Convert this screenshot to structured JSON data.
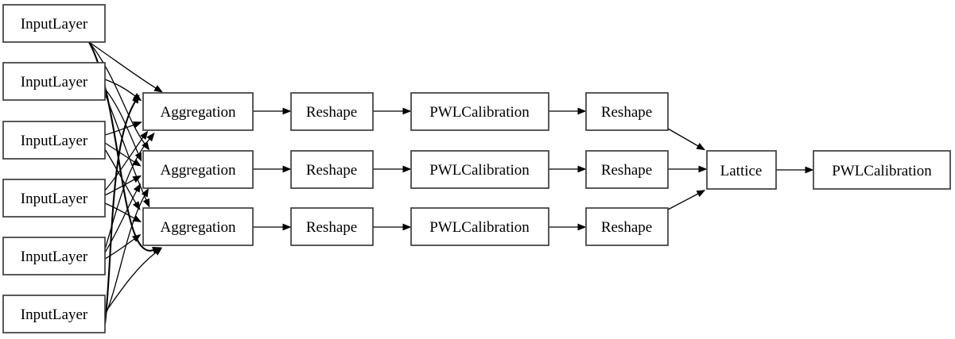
{
  "diagram": {
    "kind": "keras-model-plot",
    "colors": {
      "background": "#ffffff",
      "node_fill": "#ffffff",
      "node_border": "#3d3d3d",
      "edge": "#000000",
      "text": "#000000"
    },
    "nodes": [
      {
        "id": "input-1",
        "label": "InputLayer"
      },
      {
        "id": "input-2",
        "label": "InputLayer"
      },
      {
        "id": "input-3",
        "label": "InputLayer"
      },
      {
        "id": "input-4",
        "label": "InputLayer"
      },
      {
        "id": "input-5",
        "label": "InputLayer"
      },
      {
        "id": "input-6",
        "label": "InputLayer"
      },
      {
        "id": "aggregation-1",
        "label": "Aggregation"
      },
      {
        "id": "aggregation-2",
        "label": "Aggregation"
      },
      {
        "id": "aggregation-3",
        "label": "Aggregation"
      },
      {
        "id": "reshape-in-1",
        "label": "Reshape"
      },
      {
        "id": "reshape-in-2",
        "label": "Reshape"
      },
      {
        "id": "reshape-in-3",
        "label": "Reshape"
      },
      {
        "id": "pwl-calibration-1",
        "label": "PWLCalibration"
      },
      {
        "id": "pwl-calibration-2",
        "label": "PWLCalibration"
      },
      {
        "id": "pwl-calibration-3",
        "label": "PWLCalibration"
      },
      {
        "id": "reshape-out-1",
        "label": "Reshape"
      },
      {
        "id": "reshape-out-2",
        "label": "Reshape"
      },
      {
        "id": "reshape-out-3",
        "label": "Reshape"
      },
      {
        "id": "lattice",
        "label": "Lattice"
      },
      {
        "id": "pwl-calibration-output",
        "label": "PWLCalibration"
      }
    ],
    "edges": [
      {
        "from": "input-1",
        "to": "aggregation-1"
      },
      {
        "from": "input-1",
        "to": "aggregation-2"
      },
      {
        "from": "input-1",
        "to": "aggregation-3"
      },
      {
        "from": "input-2",
        "to": "aggregation-1"
      },
      {
        "from": "input-2",
        "to": "aggregation-2"
      },
      {
        "from": "input-2",
        "to": "aggregation-3"
      },
      {
        "from": "input-3",
        "to": "aggregation-1"
      },
      {
        "from": "input-3",
        "to": "aggregation-2"
      },
      {
        "from": "input-3",
        "to": "aggregation-3"
      },
      {
        "from": "input-4",
        "to": "aggregation-1"
      },
      {
        "from": "input-4",
        "to": "aggregation-2"
      },
      {
        "from": "input-4",
        "to": "aggregation-3"
      },
      {
        "from": "input-5",
        "to": "aggregation-1"
      },
      {
        "from": "input-5",
        "to": "aggregation-2"
      },
      {
        "from": "input-5",
        "to": "aggregation-3"
      },
      {
        "from": "input-6",
        "to": "aggregation-1"
      },
      {
        "from": "input-6",
        "to": "aggregation-2"
      },
      {
        "from": "input-6",
        "to": "aggregation-3"
      },
      {
        "from": "aggregation-1",
        "to": "reshape-in-1"
      },
      {
        "from": "aggregation-2",
        "to": "reshape-in-2"
      },
      {
        "from": "aggregation-3",
        "to": "reshape-in-3"
      },
      {
        "from": "reshape-in-1",
        "to": "pwl-calibration-1"
      },
      {
        "from": "reshape-in-2",
        "to": "pwl-calibration-2"
      },
      {
        "from": "reshape-in-3",
        "to": "pwl-calibration-3"
      },
      {
        "from": "pwl-calibration-1",
        "to": "reshape-out-1"
      },
      {
        "from": "pwl-calibration-2",
        "to": "reshape-out-2"
      },
      {
        "from": "pwl-calibration-3",
        "to": "reshape-out-3"
      },
      {
        "from": "reshape-out-1",
        "to": "lattice"
      },
      {
        "from": "reshape-out-2",
        "to": "lattice"
      },
      {
        "from": "reshape-out-3",
        "to": "lattice"
      },
      {
        "from": "lattice",
        "to": "pwl-calibration-output"
      }
    ]
  }
}
